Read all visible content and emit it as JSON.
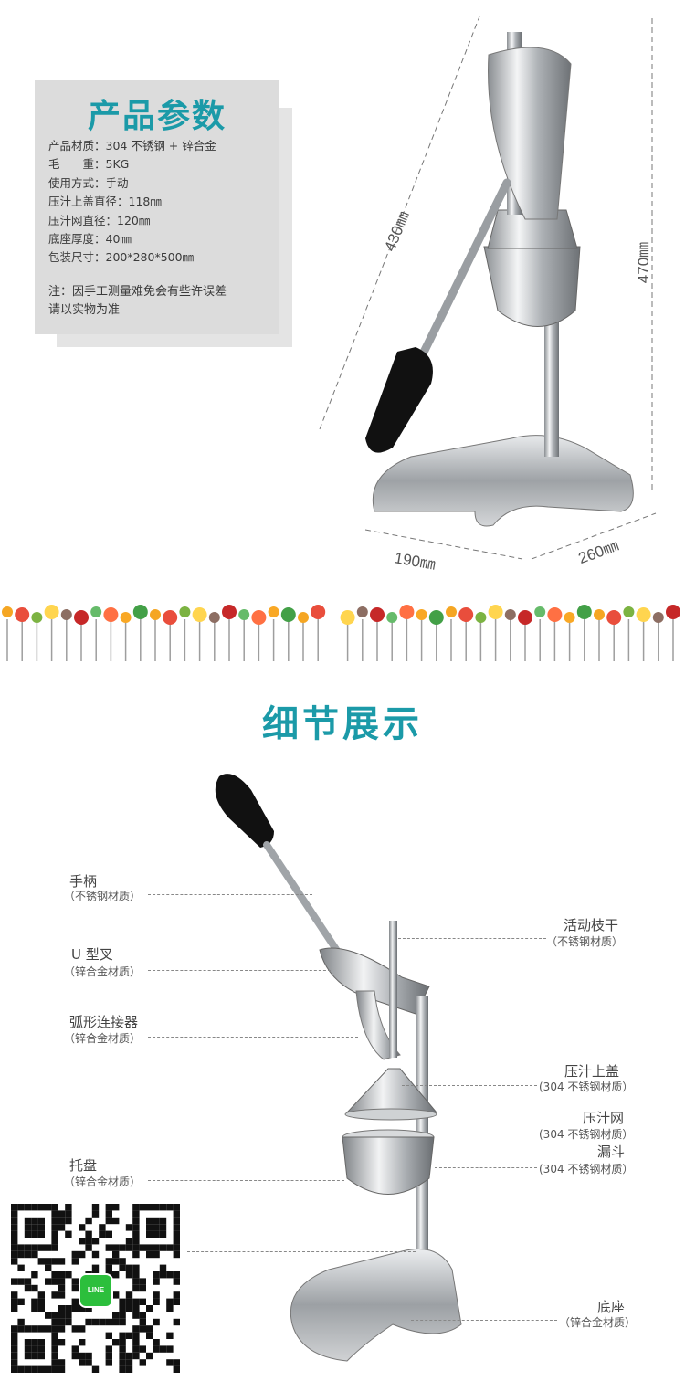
{
  "params": {
    "title": "产品参数",
    "items": [
      "产品材质：304 不锈钢 + 锌合金",
      "毛　　重：5KG",
      "使用方式：手动",
      "压汁上盖直径：118㎜",
      "压汁网直径：120㎜",
      "底座厚度：40㎜",
      "包装尺寸：200*280*500㎜"
    ],
    "note_line1": "注：因手工测量难免会有些许误差",
    "note_line2": "请以实物为准"
  },
  "dimensions": {
    "height_handle": "430㎜",
    "height_total": "470㎜",
    "depth": "190㎜",
    "width": "260㎜"
  },
  "detail": {
    "title": "细节展示",
    "labels": [
      {
        "name": "手柄",
        "material": "（不锈钢材质）"
      },
      {
        "name": "U 型叉",
        "material": "（锌合金材质）"
      },
      {
        "name": "弧形连接器",
        "material": "（锌合金材质）"
      },
      {
        "name": "托盘",
        "material": "（锌合金材质）"
      },
      {
        "name": "活动枝干",
        "material": "（不锈钢材质）"
      },
      {
        "name": "压汁上盖",
        "material": "(304 不锈钢材质）"
      },
      {
        "name": "压汁网",
        "material": "(304 不锈钢材质）"
      },
      {
        "name": "漏斗",
        "material": "(304 不锈钢材质）"
      },
      {
        "name": "底座",
        "material": "（锌合金材质）"
      }
    ]
  },
  "qr": {
    "badge": "LINE"
  },
  "colors": {
    "accent": "#1b9aa8",
    "card": "#dcdcdc",
    "steel": "#b8bcc0",
    "handle": "#111111"
  }
}
